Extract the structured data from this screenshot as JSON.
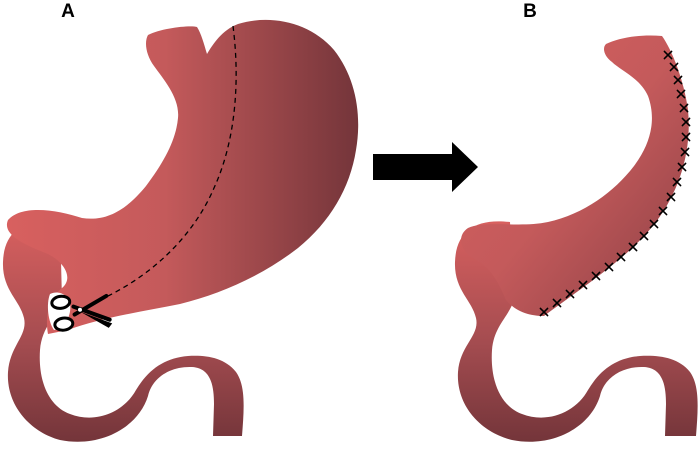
{
  "panels": [
    {
      "label": "A"
    },
    {
      "label": "B"
    }
  ],
  "icons": {
    "scissors": "scissors-icon",
    "arrow": "right-arrow-icon",
    "staple": "staple-x-mark"
  },
  "colors": {
    "stomach_light": "#d8605f",
    "stomach_dark": "#74353a",
    "outline": "#000000",
    "background": "#ffffff"
  }
}
